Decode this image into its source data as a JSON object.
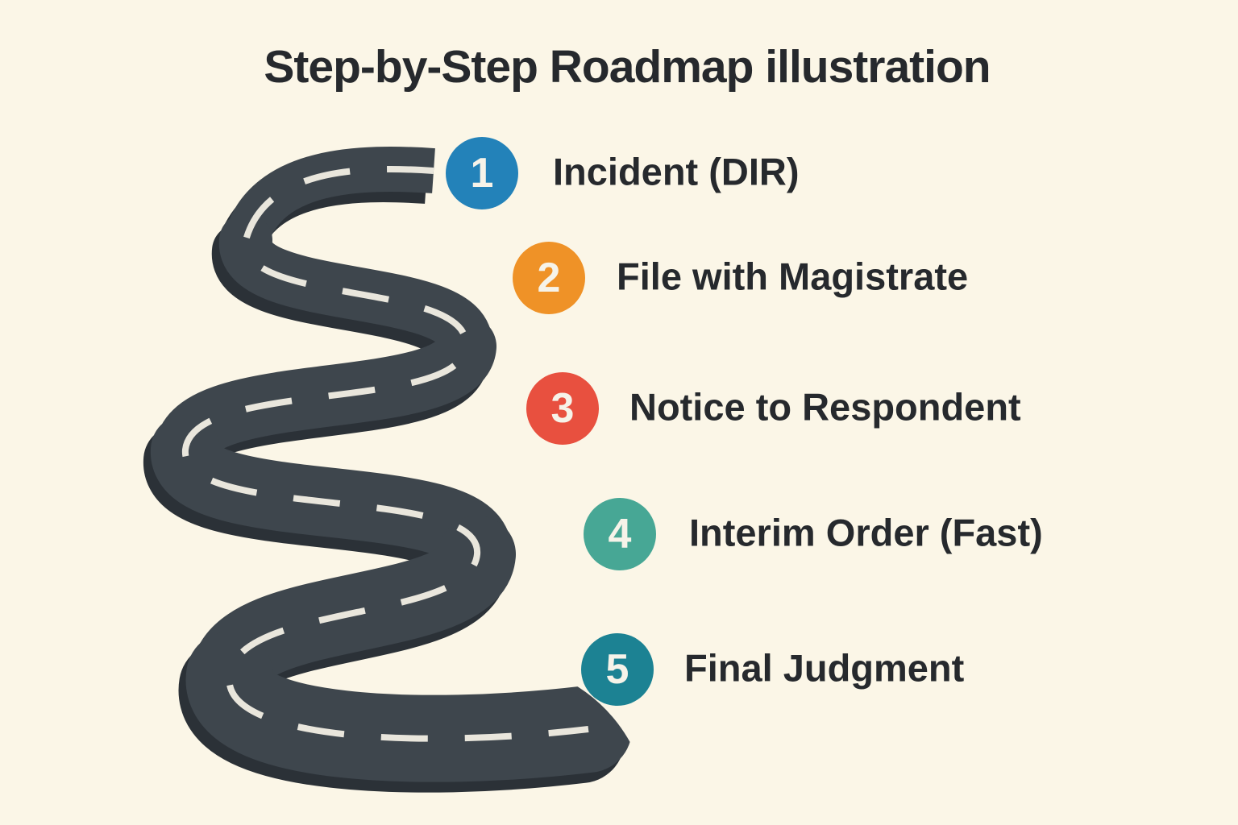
{
  "title": "Step-by-Step Roadmap illustration",
  "steps": [
    {
      "number": "1",
      "label": "Incident (DIR)",
      "color": "#2382b9"
    },
    {
      "number": "2",
      "label": "File with Magistrate",
      "color": "#ef9227"
    },
    {
      "number": "3",
      "label": "Notice to Respondent",
      "color": "#e8503f"
    },
    {
      "number": "4",
      "label": "Interim Order (Fast)",
      "color": "#47a795"
    },
    {
      "number": "5",
      "label": "Final Judgment",
      "color": "#1c8293"
    }
  ],
  "road": {
    "asphalt": "#3e464d",
    "shadow": "#2b3137",
    "dash": "#e9e6dc",
    "background": "#fbf6e7",
    "number_text": "#f6f3e9",
    "label_text": "#26292d"
  }
}
